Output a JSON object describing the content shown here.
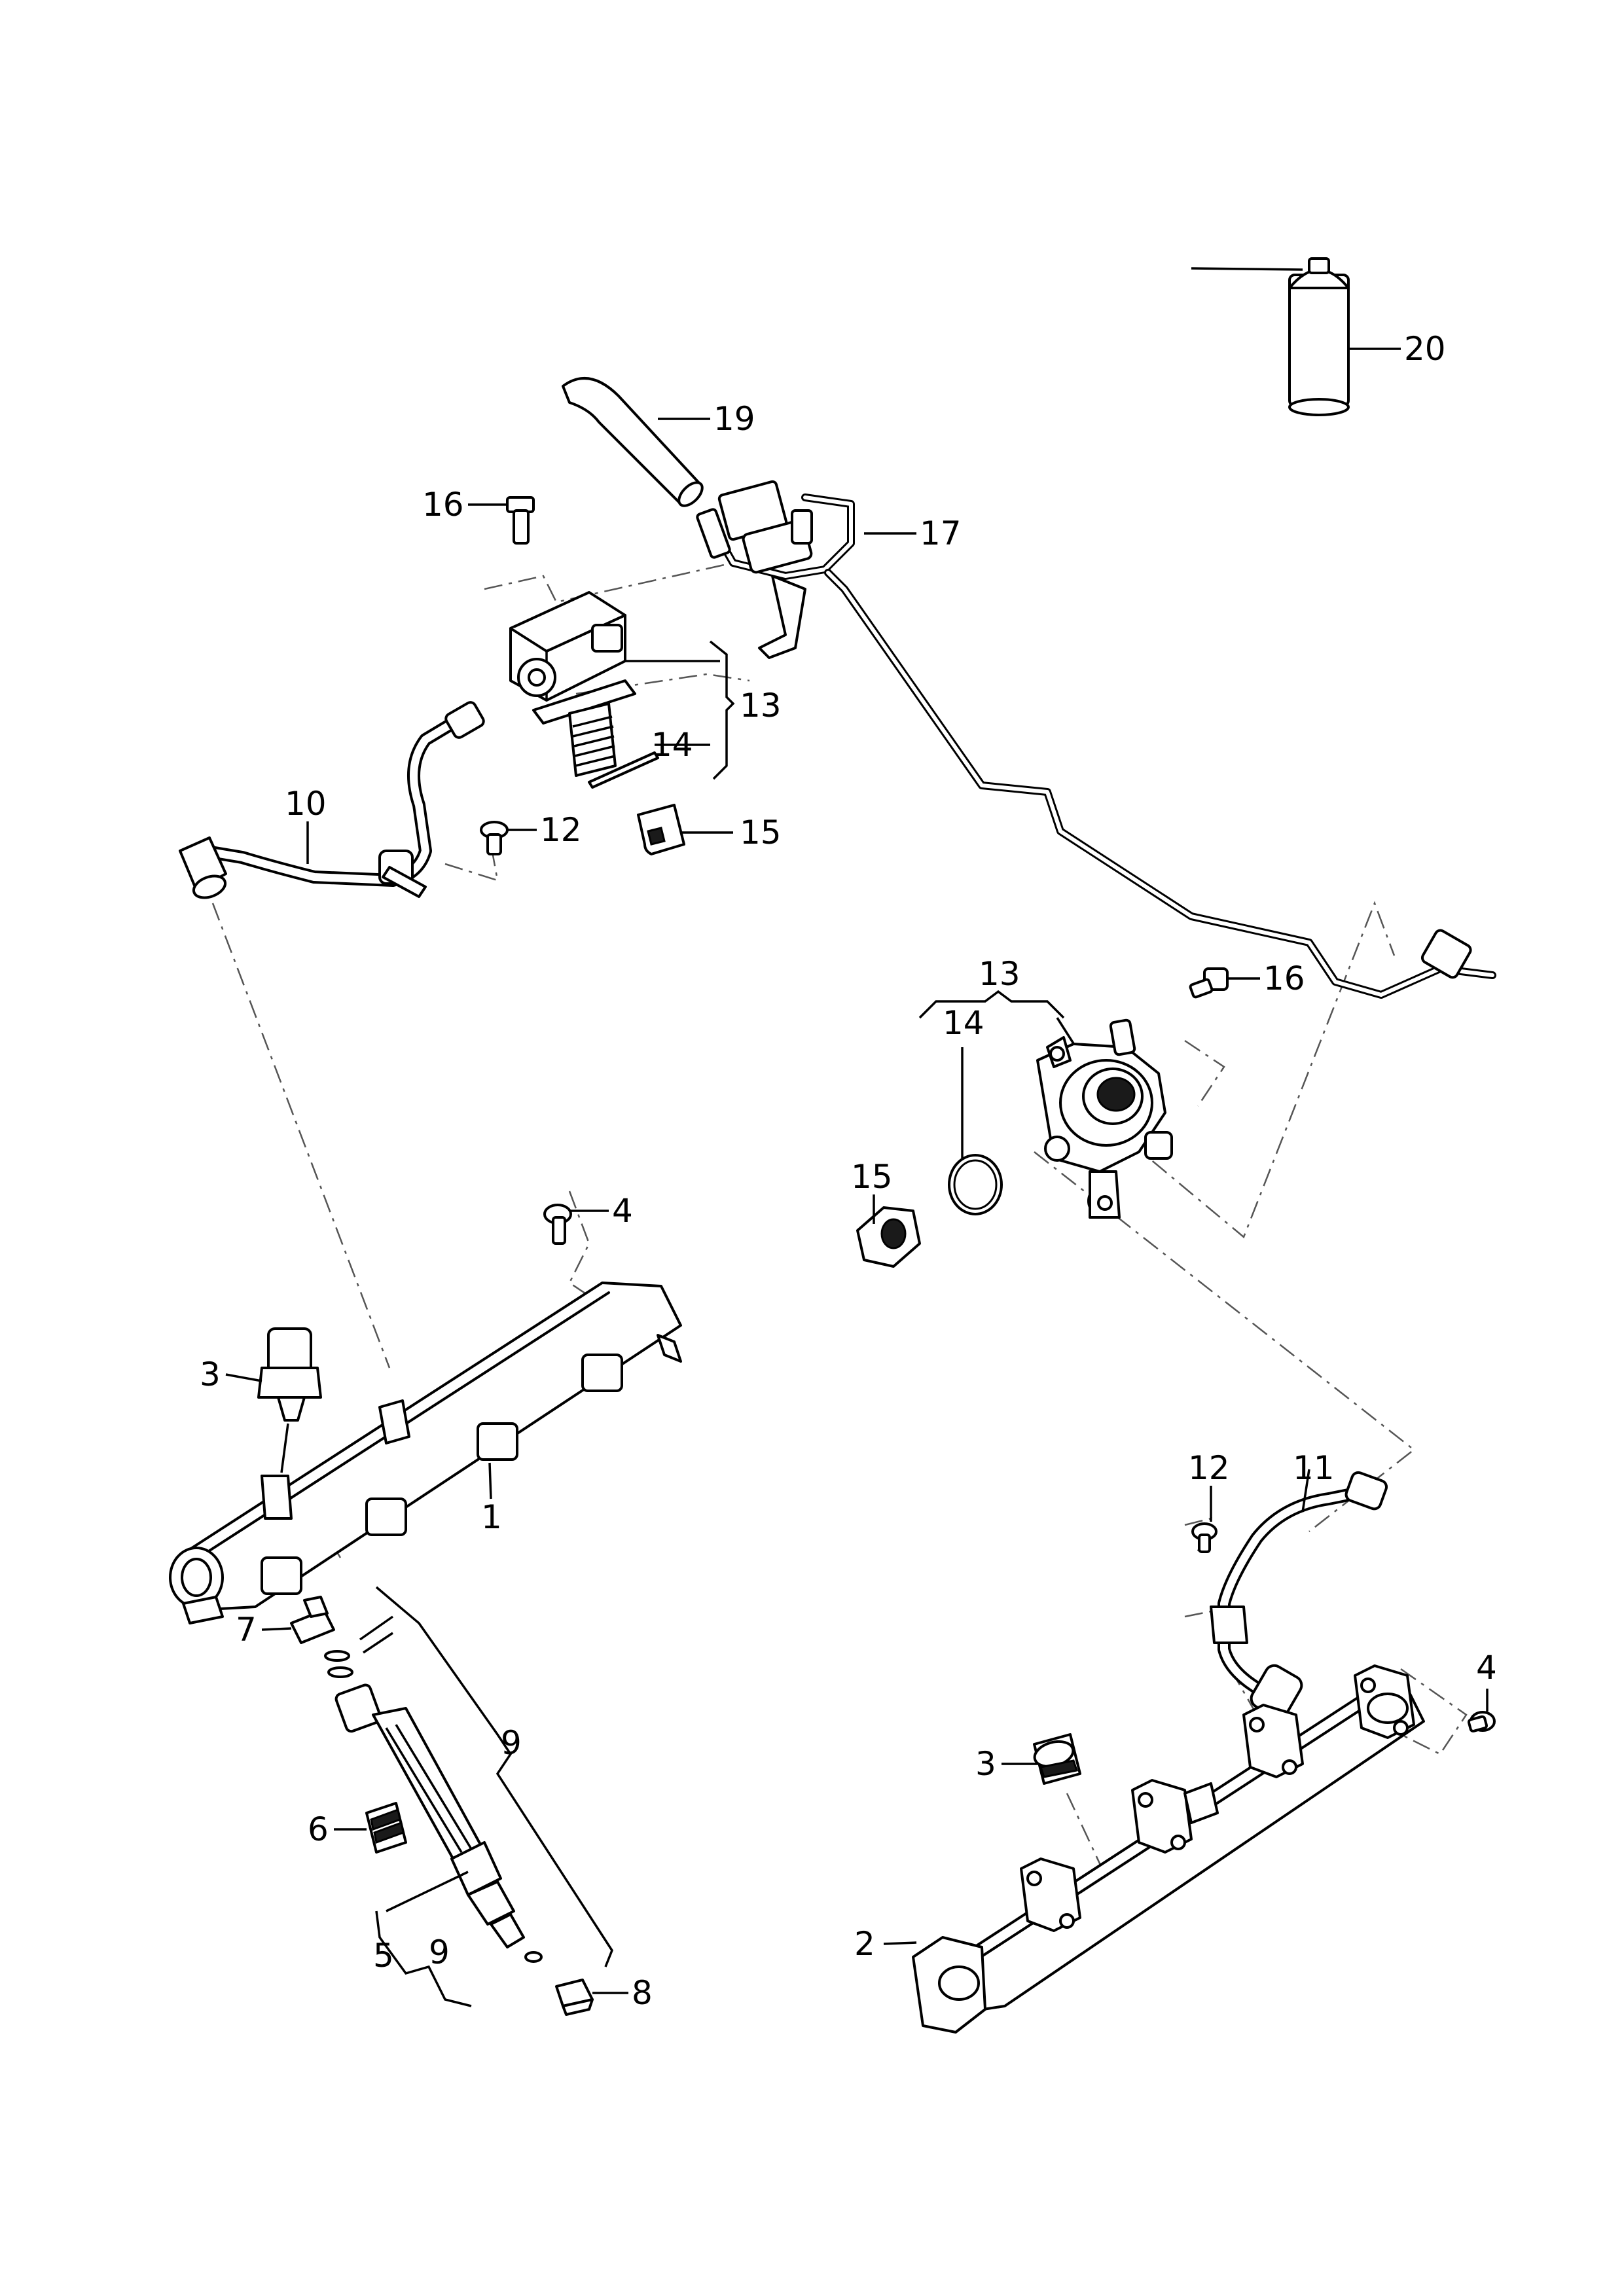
{
  "callouts": {
    "c1": "1",
    "c2": "2",
    "c3a": "3",
    "c3b": "3",
    "c4a": "4",
    "c4b": "4",
    "c5": "5",
    "c6": "6",
    "c7": "7",
    "c8": "8",
    "c9a": "9",
    "c9b": "9",
    "c10": "10",
    "c11": "11",
    "c12a": "12",
    "c12b": "12",
    "c13a": "13",
    "c13b": "13",
    "c14a": "14",
    "c14b": "14",
    "c15a": "15",
    "c15b": "15",
    "c16a": "16",
    "c16b": "16",
    "c17": "17",
    "c19": "19",
    "c20": "20"
  },
  "colors": {
    "line": "#000000",
    "background": "#ffffff",
    "dash_line": "#555555"
  }
}
